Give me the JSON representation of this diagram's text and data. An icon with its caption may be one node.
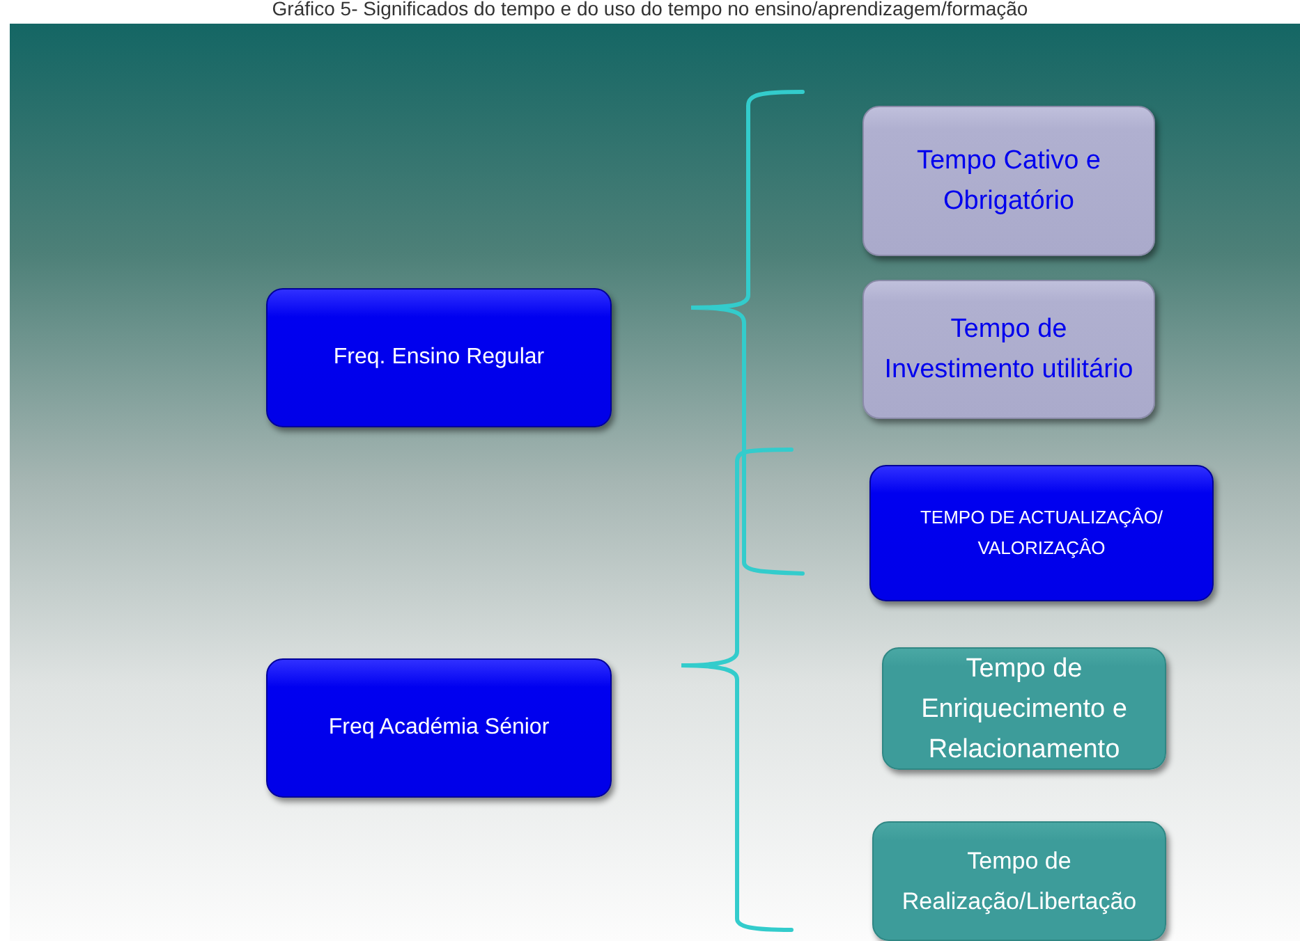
{
  "diagram": {
    "title": "Gráfico 5- Significados do tempo e do uso do tempo no ensino/aprendizagem/formação",
    "nodes": [
      {
        "text": [
          "Freq. Ensino Regular"
        ]
      },
      {
        "text": [
          "Tempo Cativo e Obrigatório"
        ]
      },
      {
        "text": [
          "Tempo de Investimento utilitário"
        ]
      },
      {
        "text": [
          "TEMPO DE ACTUALIZAÇÂO/ VALORIZAÇÂO"
        ]
      },
      {
        "text": [
          "Freq Académia Sénior"
        ]
      },
      {
        "text": [
          "Tempo de Enriquecimento e Relacionamento"
        ]
      },
      {
        "text": [
          "Tempo de Realização/Libertação"
        ]
      }
    ]
  }
}
